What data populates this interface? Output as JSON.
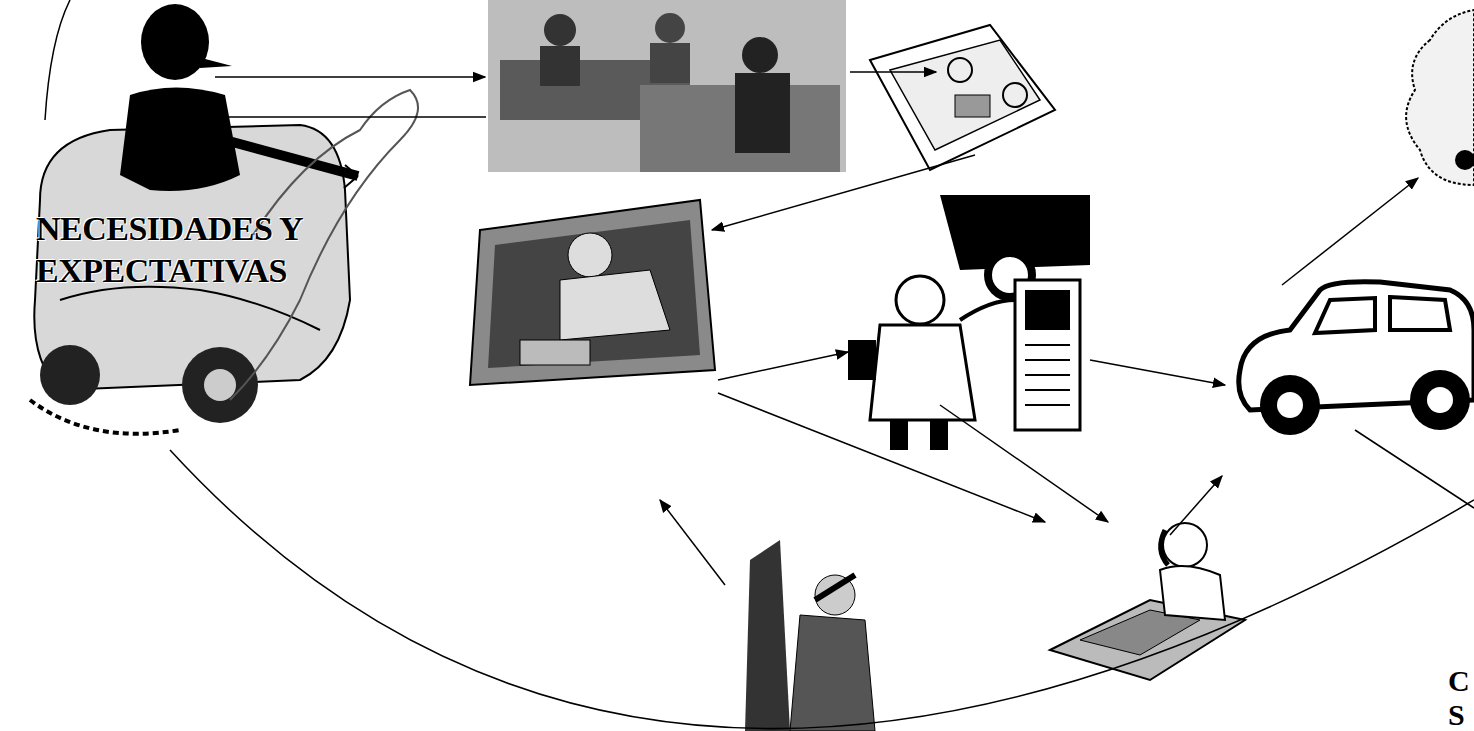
{
  "diagram": {
    "nodes": [
      {
        "text": [
          "NECESIDADES Y EXPECTATIVAS"
        ]
      }
    ],
    "labels": [
      "C",
      "S"
    ]
  }
}
